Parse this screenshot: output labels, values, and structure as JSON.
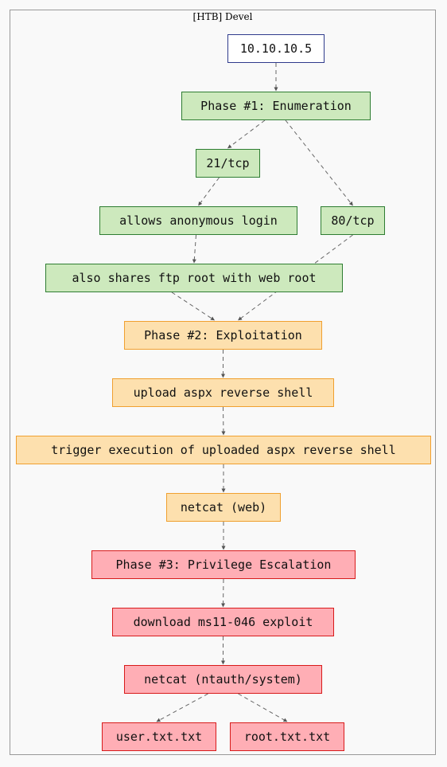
{
  "cluster": {
    "title": "[HTB] Devel"
  },
  "nodes": {
    "target": "10.10.10.5",
    "phase1": "Phase #1: Enumeration",
    "tcp21": "21/tcp",
    "anon": "allows anonymous login",
    "tcp80": "80/tcp",
    "shares": "also shares ftp root with web root",
    "phase2": "Phase #2: Exploitation",
    "upload": "upload aspx reverse shell",
    "trigger": "trigger execution of uploaded aspx reverse shell",
    "netcat_web": "netcat (web)",
    "phase3": "Phase #3: Privilege Escalation",
    "download": "download ms11-046 exploit",
    "netcat_sys": "netcat (ntauth/system)",
    "user": "user.txt.txt",
    "root": "root.txt.txt"
  },
  "edges": [
    [
      "target",
      "phase1"
    ],
    [
      "phase1",
      "tcp21"
    ],
    [
      "phase1",
      "tcp80"
    ],
    [
      "tcp21",
      "anon"
    ],
    [
      "anon",
      "shares"
    ],
    [
      "shares",
      "phase2"
    ],
    [
      "tcp80",
      "phase2"
    ],
    [
      "phase2",
      "upload"
    ],
    [
      "upload",
      "trigger"
    ],
    [
      "trigger",
      "netcat_web"
    ],
    [
      "netcat_web",
      "phase3"
    ],
    [
      "phase3",
      "download"
    ],
    [
      "download",
      "netcat_sys"
    ],
    [
      "netcat_sys",
      "user"
    ],
    [
      "netcat_sys",
      "root"
    ]
  ],
  "colors": {
    "start_fill": "#ffffff",
    "start_border": "#2f3b8c",
    "enum_fill": "#cde9bd",
    "enum_border": "#2e7d32",
    "exploit_fill": "#fde0ae",
    "exploit_border": "#f0a030",
    "privesc_fill": "#ffaeb5",
    "privesc_border": "#d81b1b",
    "edge": "#666666"
  }
}
